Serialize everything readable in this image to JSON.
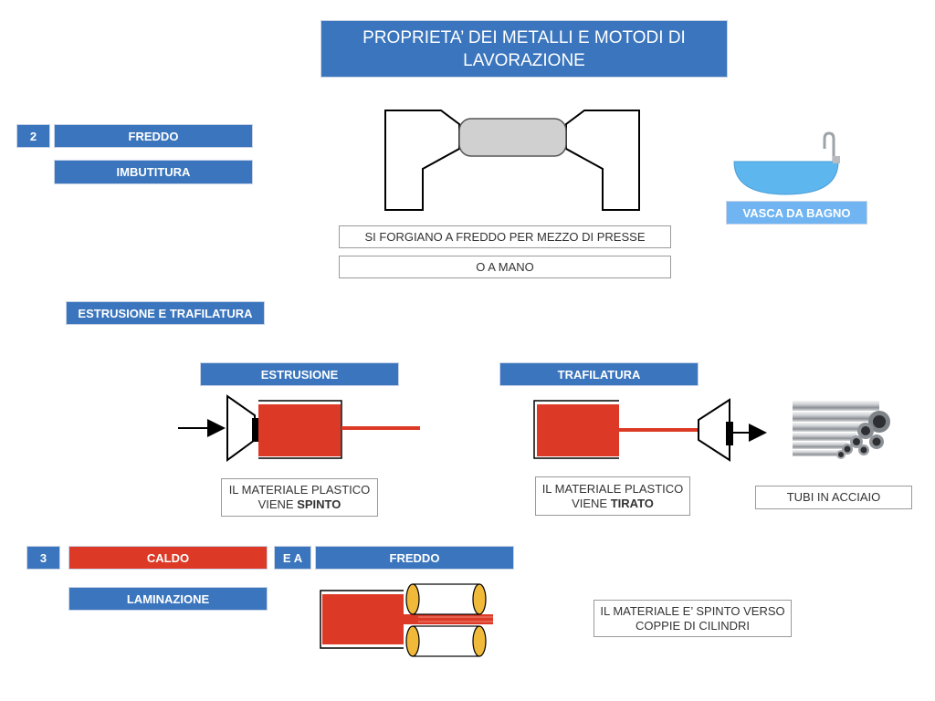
{
  "title": "PROPRIETA’ DEI METALLI E MOTODI DI LAVORAZIONE",
  "row2": {
    "number": "2",
    "cold": "FREDDO",
    "deep_drawing": "IMBUTITURA",
    "forge_note": "SI FORGIANO A FREDDO PER MEZZO DI PRESSE",
    "hand_note": "O A MANO",
    "bathtub_label": "VASCA DA BAGNO"
  },
  "extrusion_section": {
    "header": "ESTRUSIONE E TRAFILATURA",
    "extrusion": "ESTRUSIONE",
    "drawing": "TRAFILATURA",
    "pushed_prefix": "IL MATERIALE PLASTICO VIENE ",
    "pushed_bold": "SPINTO",
    "pulled_prefix": "IL MATERIALE PLASTICO VIENE ",
    "pulled_bold": "TIRATO",
    "tubes_label": "TUBI IN ACCIAIO"
  },
  "row3": {
    "number": "3",
    "hot": "CALDO",
    "and": "E A",
    "cold": "FREDDO",
    "rolling": "LAMINAZIONE",
    "rolling_note": "IL MATERIALE E’ SPINTO VERSO COPPIE DI CILINDRI"
  },
  "colors": {
    "primary_blue": "#3a75bd",
    "red": "#dc3a26",
    "light_blue": "#70b5f2",
    "cylinder_yellow": "#f0b93a",
    "water": "#5eb6ef"
  }
}
